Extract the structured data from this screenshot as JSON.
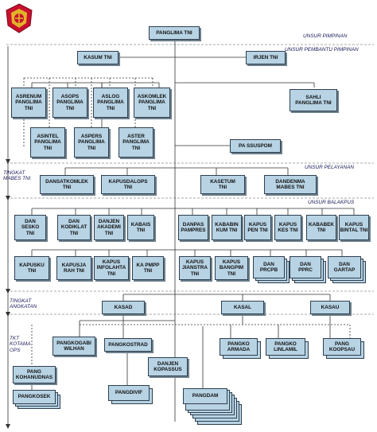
{
  "sections": {
    "unsur_pimpinan": "UNSUR PIMPINAN",
    "unsur_pembantu": "UNSUR PEMBANTU PIMPINAN",
    "unsur_pelayanan": "UNSUR PELAYANAN",
    "unsur_balakpus": "UNSUR BALAKPUS",
    "tingkat_mabes": "TINGKAT\nMABES TNI",
    "tingkat_angkatan": "TINGKAT\nANGKATAN",
    "tkt_kotama": "TKT\nKOTAMA\nOPS"
  },
  "nodes": {
    "panglima": "PANGLIMA TNI",
    "kasum": "KASUM TNI",
    "irjen": "IRJEN TNI",
    "asrenum": "ASRENUM\nPANGLIMA\nTNI",
    "asops": "ASOPS\nPANGLIMA\nTNI",
    "aslog": "ASLOG\nPANGLIMA\nTNI",
    "askomlek": "ASKOMLEK\nPANGLIMA\nTNI",
    "sahli": "SAHLI\nPANGLIMA TNI",
    "asintel": "ASINTEL\nPANGLIMA\nTNI",
    "aspers": "ASPERS\nPANGLIMA\nTNI",
    "aster": "ASTER\nPANGLIMA\nTNI",
    "passuspom": "PA SSUSPOM",
    "dansatkomlek": "DANSATKOMLEK\nTNI",
    "kapusdalops": "KAPUSDALOPS\nTNI",
    "kasetum": "KASETUM\nTNI",
    "dandenma": "DANDENMA\nMABES TNI",
    "dansesko": "DAN\nSESKO\nTNI",
    "dankodiklat": "DAN\nKODIKLAT\nTNI",
    "danjenakademi": "DANJEN\nAKADEMI\nTNI",
    "kabais": "KABAIS\nTNI",
    "danpaspampres": "DANPAS\nPAMPRES",
    "kababinkum": "KABABIN\nKUM TNI",
    "kapuspen": "KAPUS\nPEN TNI",
    "kapuskes": "KAPUS\nKES TNI",
    "kababek": "KABABEK\nTNI",
    "kapusbintal": "KAPUS\nBINTAL TNI",
    "kapusku": "KAPUSKU\nTNI",
    "kapusjarah": "KAPUSJA\nRAH TNI",
    "kapusinfolahta": "KAPUS\nINFOLAHTA\nTNI",
    "kapmpp": "KA PMPP\nTNI",
    "kapusjiantra": "KAPUS\nJIANSTRA\nTNI",
    "kapusbangpim": "KAPUS\nBANGPIM\nTNI",
    "danprcpb": "DAN\nPRCPB",
    "danpprc": "DAN\nPPRC",
    "dangartap": "DAN\nGARTAP",
    "kasad": "KASAD",
    "kasal": "KASAL",
    "kasau": "KASAU",
    "pangkogab": "PANGKOGABI\nWILHAN",
    "pangkostrad": "PANGKOSTRAD",
    "danjenkopassus": "DANJEN\nKOPASSUS",
    "pangkoarmada": "PANGKO\nARMADA",
    "pangkolinlamil": "PANGKO\nLINLAMIL",
    "pangkoopsau": "PANG\nKOOPSAU",
    "pangkohanudnas": "PANG\nKOHANUDNAS",
    "pangkosek": "PANGKOSEK",
    "pangdivif": "PANGDIVIF",
    "pangdam": "PANGDAM"
  },
  "colors": {
    "box": "#b7d3e4",
    "border": "#2f3f4f",
    "logo_red": "#c8102e",
    "logo_gold": "#e2b32a"
  }
}
